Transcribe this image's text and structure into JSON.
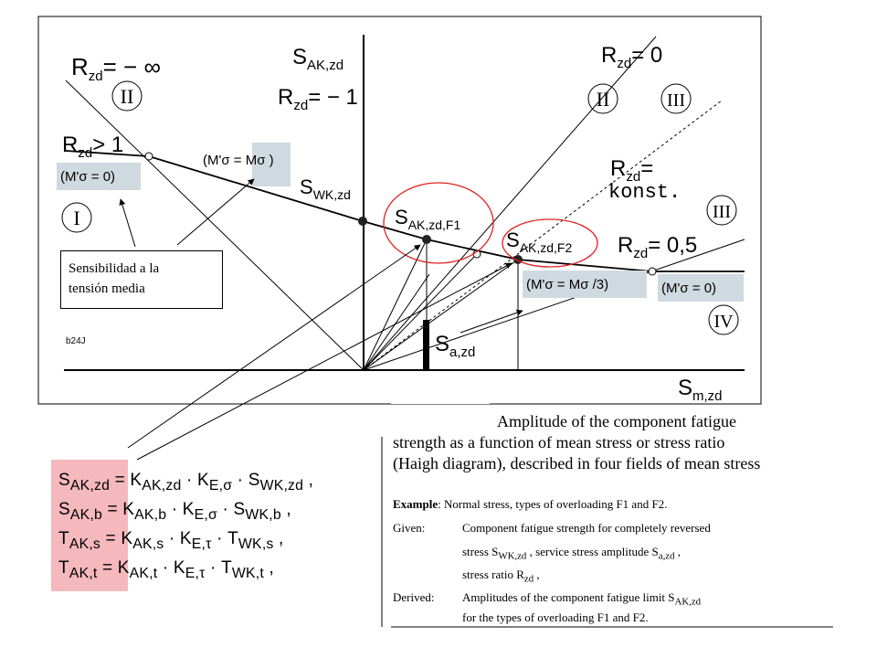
{
  "diagram": {
    "labels": {
      "r_neg_inf": "R",
      "r_neg_inf_sub": "zd",
      "r_neg_inf_val": "= − ∞",
      "field_II_left": "II",
      "s_ak_axis": "S",
      "s_ak_axis_sub": "AK,zd",
      "r_minus1": "R",
      "r_minus1_sub": "zd",
      "r_minus1_val": "= − 1",
      "r_gt1": "R",
      "r_gt1_sub": "zd",
      "r_gt1_val": "> 1",
      "m_zero_left": "(M'σ = 0)",
      "m_eq": "(M'σ = Mσ )",
      "s_wk": "S",
      "s_wk_sub": "WK,zd",
      "field_I": "I",
      "s_ak_f1": "S",
      "s_ak_f1_sub": "AK,zd,F1",
      "s_ak_f2": "S",
      "s_ak_f2_sub": "AK,zd,F2",
      "r_zero": "R",
      "r_zero_sub": "zd",
      "r_zero_val": "= 0",
      "field_II_right": "II",
      "field_III_top": "III",
      "r_konst": "R",
      "r_konst_sub": "zd",
      "r_konst_val": "=",
      "konst": "konst.",
      "field_III_mid": "III",
      "r_half": "R",
      "r_half_sub": "zd",
      "r_half_val": "= 0,5",
      "m_third": "(M'σ = Mσ /3)",
      "m_zero_right": "(M'σ = 0)",
      "field_IV": "IV",
      "code": "b24J",
      "s_a": "S",
      "s_a_sub": "a,zd",
      "s_m": "S",
      "s_m_sub": "m,zd"
    }
  },
  "callout": {
    "text_line1": "Sensibilidad a la",
    "text_line2": "tensión media"
  },
  "formulas": [
    "S_AK,zd = K_AK,zd · K_E,σ · S_WK,zd ,",
    "S_AK,b = K_AK,b · K_E,σ · S_WK,b ,",
    "T_AK,s = K_AK,s · K_E,τ · T_WK,s ,",
    "T_AK,t = K_AK,t · K_E,τ · T_WK,t ,"
  ],
  "formula_parts": [
    {
      "a": "S",
      "as": "AK,zd",
      "k1": "K",
      "k1s": "AK,zd",
      "k2": "K",
      "k2s": "E,σ",
      "w": "S",
      "ws": "WK,zd",
      "end": " ,"
    },
    {
      "a": "S",
      "as": "AK,b",
      "k1": "K",
      "k1s": "AK,b",
      "k2": "K",
      "k2s": "E,σ",
      "w": "S",
      "ws": "WK,b",
      "end": " ,"
    },
    {
      "a": "T",
      "as": "AK,s",
      "k1": "K",
      "k1s": "AK,s",
      "k2": "K",
      "k2s": "E,τ",
      "w": "T",
      "ws": "WK,s",
      "end": " ,"
    },
    {
      "a": "T",
      "as": "AK,t",
      "k1": "K",
      "k1s": "AK,t",
      "k2": "K",
      "k2s": "E,τ",
      "w": "T",
      "ws": "WK,t",
      "end": " ,"
    }
  ],
  "caption": {
    "title_line1": "Amplitude of the component fatigue",
    "title_line2": "strength as a function of mean stress or stress ratio",
    "title_line3": "(Haigh diagram), described in four fields of mean stress",
    "example_label": "Example",
    "example_text": ":  Normal stress, types of overloading F1 and F2.",
    "given_label": "Given:",
    "given_line1": "Component fatigue strength for completely reversed",
    "given_line2_pre": "stress S",
    "given_line2_sub": "WK,zd",
    "given_line2_mid": " , service stress amplitude S",
    "given_line2_sub2": "a,zd",
    "given_line2_end": " ,",
    "given_line3_pre": "stress ratio R",
    "given_line3_sub": "zd",
    "given_line3_end": " ,",
    "derived_label": "Derived:",
    "derived_line1_pre": "Amplitudes of the component fatigue limit S",
    "derived_line1_sub": "AK,zd",
    "derived_line2": "for the types of overloading F1 and F2."
  }
}
